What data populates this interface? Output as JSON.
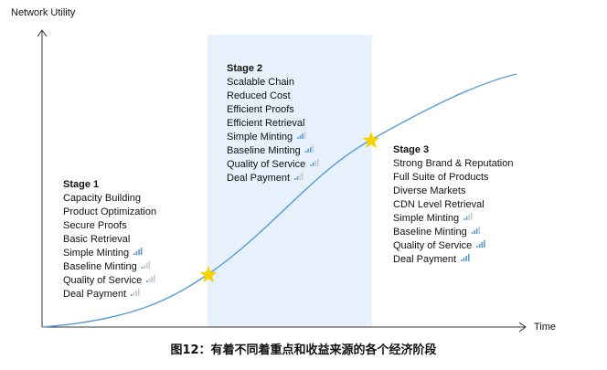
{
  "axes": {
    "y_label": "Network Utility",
    "x_label": "Time"
  },
  "stages": [
    {
      "title": "Stage 1",
      "items": [
        {
          "text": "Capacity Building",
          "signal": 0
        },
        {
          "text": "Product Optimization",
          "signal": 0
        },
        {
          "text": "Secure Proofs",
          "signal": 0
        },
        {
          "text": "Basic Retrieval",
          "signal": 0
        },
        {
          "text": "Simple Minting",
          "signal": 4
        },
        {
          "text": "Baseline Minting",
          "signal": 1
        },
        {
          "text": "Quality of Service",
          "signal": 1
        },
        {
          "text": "Deal Payment",
          "signal": 1
        }
      ]
    },
    {
      "title": "Stage 2",
      "items": [
        {
          "text": "Scalable Chain",
          "signal": 0
        },
        {
          "text": "Reduced Cost",
          "signal": 0
        },
        {
          "text": "Efficient Proofs",
          "signal": 0
        },
        {
          "text": "Efficient Retrieval",
          "signal": 0
        },
        {
          "text": "Simple Minting",
          "signal": 3
        },
        {
          "text": "Baseline Minting",
          "signal": 3
        },
        {
          "text": "Quality of Service",
          "signal": 2
        },
        {
          "text": "Deal Payment",
          "signal": 2
        }
      ]
    },
    {
      "title": "Stage 3",
      "items": [
        {
          "text": "Strong Brand & Reputation",
          "signal": 0
        },
        {
          "text": "Full Suite of Products",
          "signal": 0
        },
        {
          "text": "Diverse Markets",
          "signal": 0
        },
        {
          "text": "CDN Level Retrieval",
          "signal": 0
        },
        {
          "text": "Simple Minting",
          "signal": 2
        },
        {
          "text": "Baseline Minting",
          "signal": 3
        },
        {
          "text": "Quality of Service",
          "signal": 4
        },
        {
          "text": "Deal Payment",
          "signal": 4
        }
      ]
    }
  ],
  "caption": "图12：有着不同着重点和收益来源的各个经济阶段",
  "colors": {
    "curve": "#5b9bd5",
    "highlight": "#e6f1fb",
    "star": "#f5d300",
    "signal_active": "#5b9bd5",
    "signal_inactive": "#c9c9c9"
  }
}
